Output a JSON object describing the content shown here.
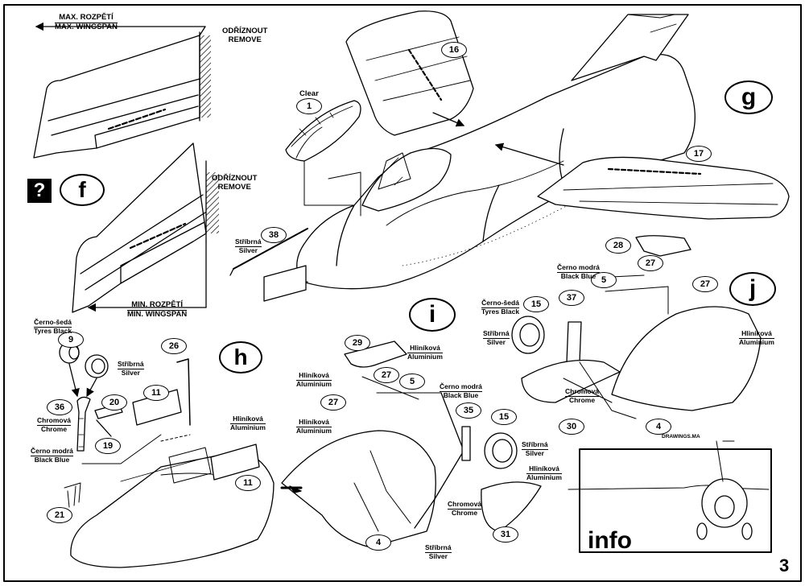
{
  "page_number": "3",
  "sections": {
    "f": "f",
    "g": "g",
    "h": "h",
    "i": "i",
    "j": "j"
  },
  "question_mark": "?",
  "wing_labels": {
    "max_cz": "MAX. ROZPĚTÍ",
    "max_en": "MAX. WINGSPAN",
    "min_cz": "MIN. ROZPĚTÍ",
    "min_en": "MIN. WINGSPAN",
    "remove_cz": "ODŘÍZNOUT",
    "remove_en": "REMOVE"
  },
  "clear_label": "Clear",
  "part_numbers": {
    "p1": "1",
    "p4a": "4",
    "p4b": "4",
    "p5a": "5",
    "p5b": "5",
    "p9": "9",
    "p11a": "11",
    "p11b": "11",
    "p15a": "15",
    "p15b": "15",
    "p16": "16",
    "p17": "17",
    "p19": "19",
    "p20": "20",
    "p21": "21",
    "p26": "26",
    "p27a": "27",
    "p27b": "27",
    "p27c": "27",
    "p27d": "27",
    "p28": "28",
    "p29": "29",
    "p30": "30",
    "p31": "31",
    "p35": "35",
    "p36": "36",
    "p37": "37",
    "p38": "38"
  },
  "materials": {
    "silver_cz": "Stříbrná",
    "silver_en": "Silver",
    "tyres_cz": "Černo-šedá",
    "tyres_en": "Tyres Black",
    "chrome_cz": "Chromová",
    "chrome_en": "Chrome",
    "blackblue_cz": "Černo modrá",
    "blackblue_en": "Black Blue",
    "alu_cz": "Hliníková",
    "alu_en": "Aluminium"
  },
  "info_label": "info",
  "drawing_credit": "DRAWINGS.MA"
}
